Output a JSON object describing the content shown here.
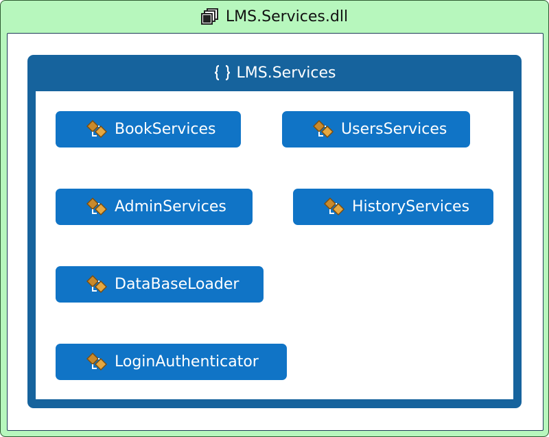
{
  "assembly": {
    "title": "LMS.Services.dll",
    "icon": "assembly-icon",
    "background_color": "#b7f7bd"
  },
  "namespace": {
    "title": "LMS.Services",
    "icon": "namespace-braces-icon",
    "color": "#16639d"
  },
  "classes": [
    {
      "label": "BookServices",
      "icon": "class-icon"
    },
    {
      "label": "UsersServices",
      "icon": "class-icon"
    },
    {
      "label": "AdminServices",
      "icon": "class-icon"
    },
    {
      "label": "HistoryServices",
      "icon": "class-icon"
    },
    {
      "label": "DataBaseLoader",
      "icon": "class-icon"
    },
    {
      "label": "LoginAuthenticator",
      "icon": "class-icon"
    }
  ],
  "class_color": "#1074c6",
  "class_icon_color": "#c98a2c"
}
